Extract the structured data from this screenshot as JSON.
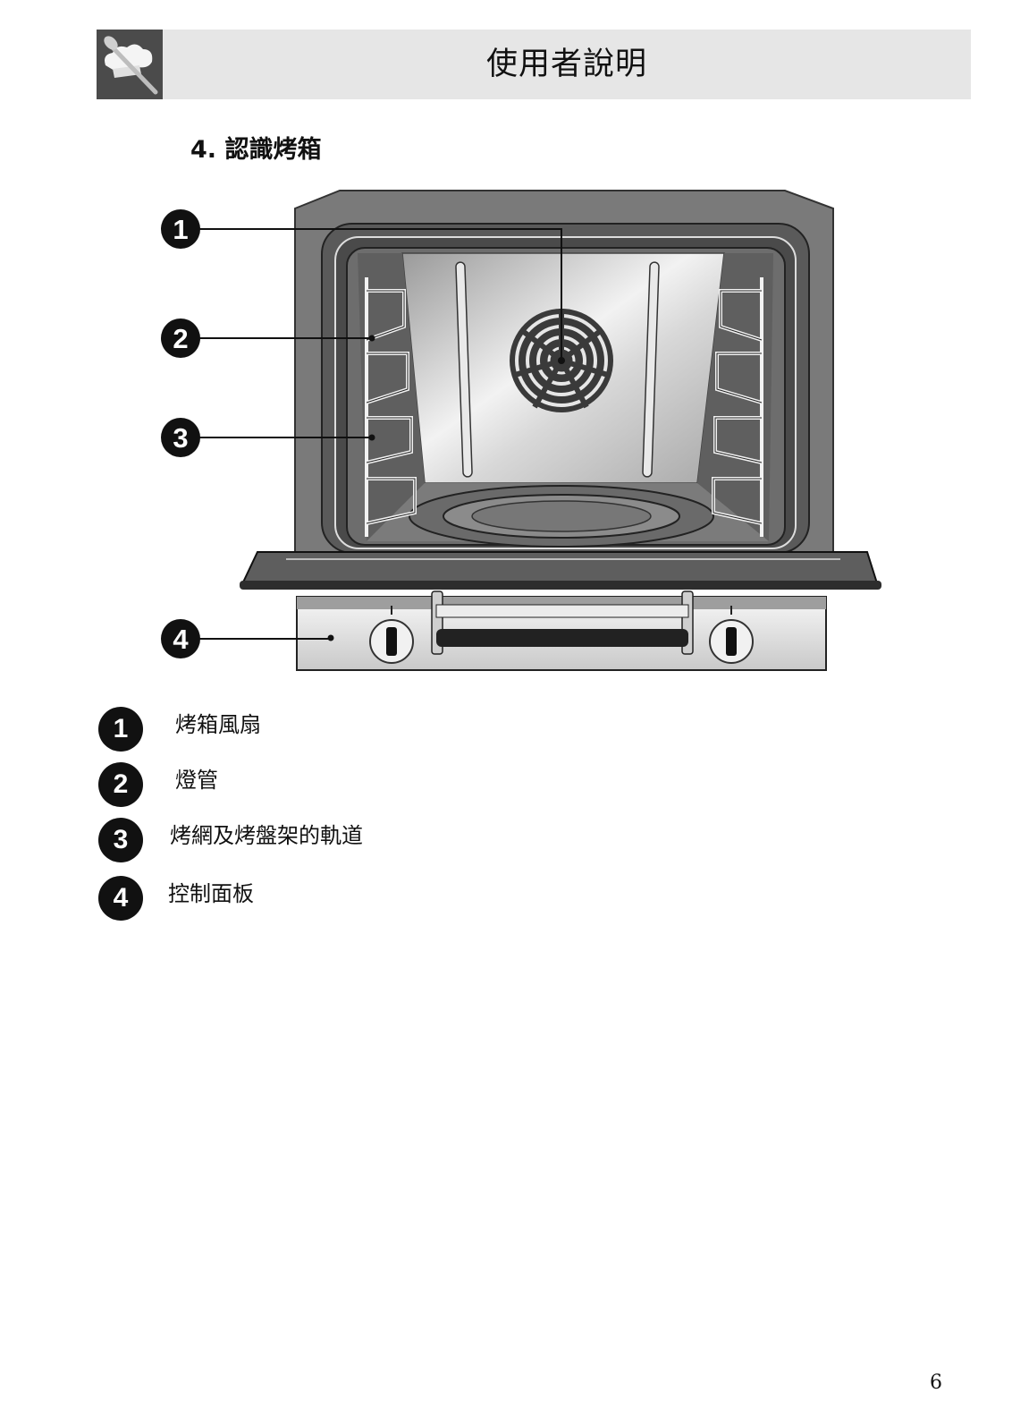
{
  "header": {
    "title": "使用者說明",
    "icon": "chef-hat-spoon-icon"
  },
  "section": {
    "title": "4. 認識烤箱"
  },
  "callouts": [
    "1",
    "2",
    "3",
    "4"
  ],
  "legend": [
    {
      "number": "1",
      "label": "烤箱風扇"
    },
    {
      "number": "2",
      "label": "燈管"
    },
    {
      "number": "3",
      "label": "烤網及烤盤架的軌道"
    },
    {
      "number": "4",
      "label": "控制面板"
    }
  ],
  "page_number": "6"
}
